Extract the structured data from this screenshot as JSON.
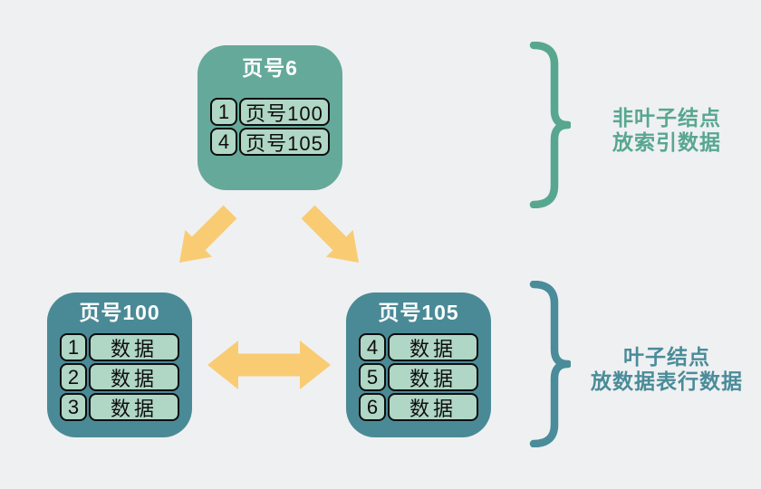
{
  "nodes": {
    "root": {
      "title": "页号6",
      "rows": [
        {
          "key": "1",
          "value": "页号100"
        },
        {
          "key": "4",
          "value": "页号105"
        }
      ]
    },
    "leaf_left": {
      "title": "页号100",
      "rows": [
        {
          "key": "1",
          "value": "数据"
        },
        {
          "key": "2",
          "value": "数据"
        },
        {
          "key": "3",
          "value": "数据"
        }
      ]
    },
    "leaf_right": {
      "title": "页号105",
      "rows": [
        {
          "key": "4",
          "value": "数据"
        },
        {
          "key": "5",
          "value": "数据"
        },
        {
          "key": "6",
          "value": "数据"
        }
      ]
    }
  },
  "annotations": {
    "non_leaf": {
      "line1": "非叶子结点",
      "line2": "放索引数据"
    },
    "leaf": {
      "line1": "叶子结点",
      "line2": "放数据表行数据"
    }
  },
  "colors": {
    "background": "#eff0f2",
    "root_node_fill": "#65a99a",
    "leaf_node_fill": "#4a8a96",
    "cell_fill": "#b0d6c5",
    "cell_border": "#0d0d0d",
    "arrow": "#f9cc74",
    "brace_non_leaf": "#57a78f",
    "brace_leaf": "#4a8c99",
    "title_text": "#ffffff"
  }
}
